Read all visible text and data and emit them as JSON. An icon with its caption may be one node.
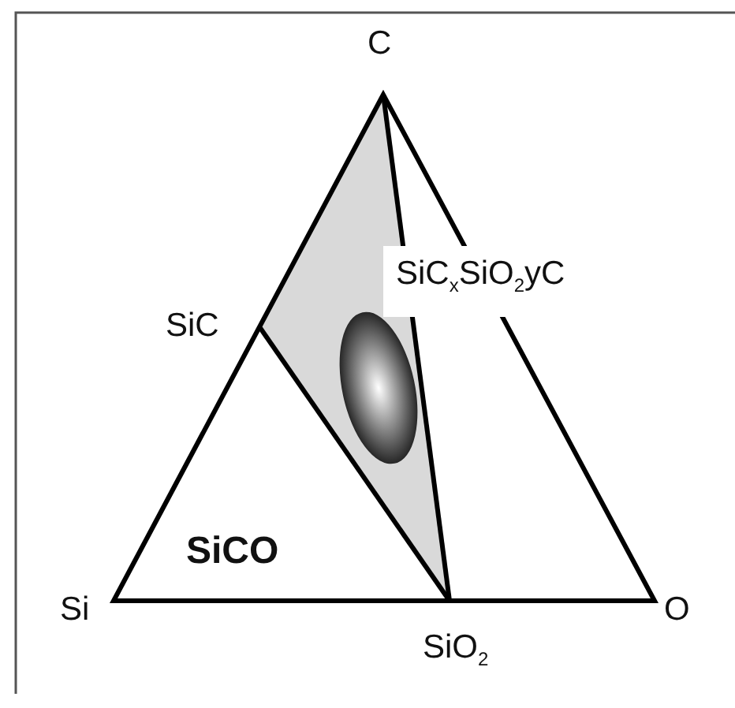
{
  "diagram": {
    "labels": [
      "C",
      "SiC$_{x}$SiO$_{2}$yC",
      "SiC",
      "SiCO",
      "Si",
      "O",
      "SiO$_{2}$"
    ]
  }
}
